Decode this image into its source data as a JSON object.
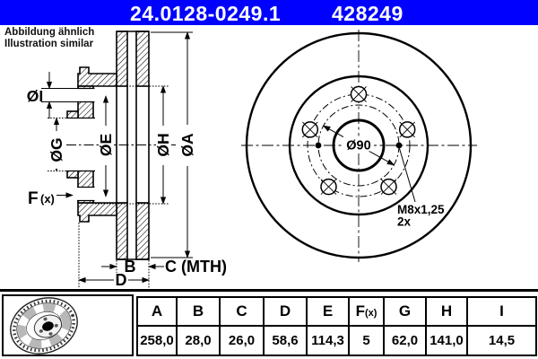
{
  "header": {
    "part_number": "24.0128-0249.1",
    "article_number": "428249"
  },
  "note": {
    "line1": "Abbildung ähnlich",
    "line2": "Illustration similar"
  },
  "section_view": {
    "labels": {
      "dia_i": "ØI",
      "dia_g": "ØG",
      "dia_e": "ØE",
      "dia_h": "ØH",
      "dia_a": "ØA",
      "f": "F",
      "f_sub": "(x)",
      "b": "B",
      "c": "C (MTH)",
      "d": "D"
    }
  },
  "front_view": {
    "bore_diameter": "Ø90",
    "thread_spec": "M8x1,25",
    "thread_qty": "2x"
  },
  "dimensions_table": {
    "columns": [
      {
        "header": "A",
        "value": "258,0"
      },
      {
        "header": "B",
        "value": "28,0"
      },
      {
        "header": "C",
        "value": "26,0"
      },
      {
        "header": "D",
        "value": "58,6"
      },
      {
        "header": "E",
        "value": "114,3"
      },
      {
        "header": "F",
        "header_sub": "(x)",
        "value": "5"
      },
      {
        "header": "G",
        "value": "62,0"
      },
      {
        "header": "H",
        "value": "141,0"
      },
      {
        "header": "I",
        "value": "14,5"
      }
    ]
  },
  "colors": {
    "header_bg": "#0000FE",
    "line": "#000000",
    "paper": "#FFFFFF"
  }
}
